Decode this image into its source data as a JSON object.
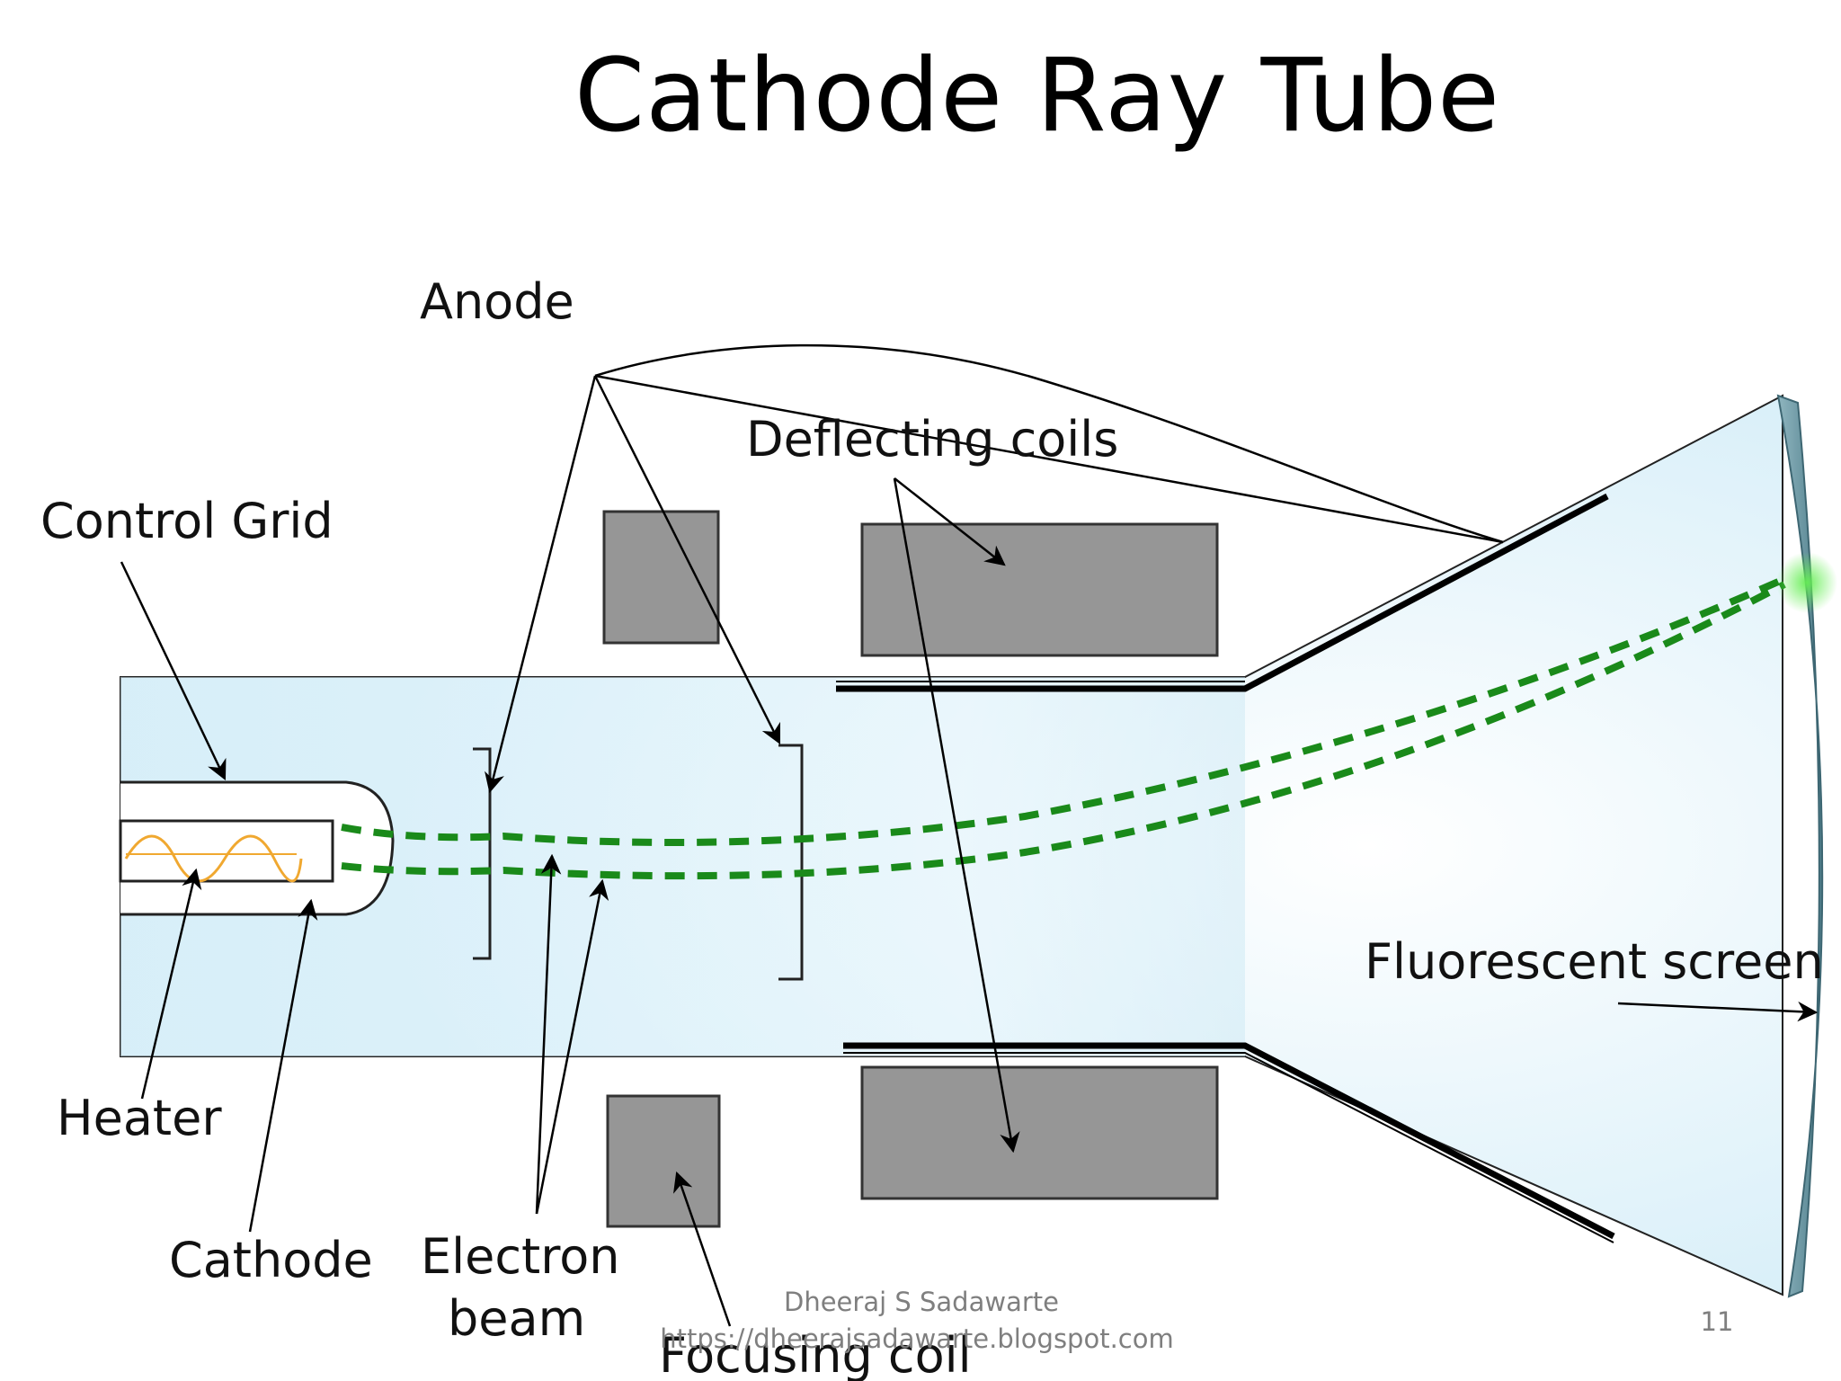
{
  "slide": {
    "title": "Cathode Ray Tube",
    "footer_author": "Dheeraj S Sadawarte",
    "footer_url": "https://dheerajsadawarte.blogspot.com",
    "page_number": "11"
  },
  "labels": {
    "anode": "Anode",
    "deflecting_coils": "Deflecting coils",
    "control_grid": "Control Grid",
    "fluorescent_screen": "Fluorescent screen",
    "heater": "Heater",
    "cathode": "Cathode",
    "electron_beam_line1": "Electron",
    "electron_beam_line2": "beam",
    "focusing_coil": "Focusing coil"
  },
  "colors": {
    "tube_fill": "#dff2fa",
    "coil_fill": "#969696",
    "beam": "#1a8a1a",
    "heater_wave": "#f0a830",
    "screen_edge": "#6f9aa6"
  }
}
